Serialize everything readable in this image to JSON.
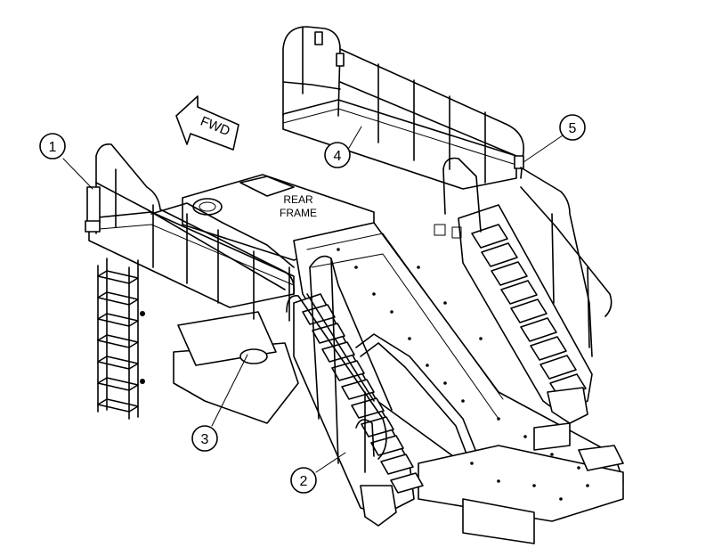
{
  "diagram": {
    "fwd_label": "FWD",
    "frame_label_line1": "REAR",
    "frame_label_line2": "FRAME",
    "callouts": [
      "1",
      "2",
      "3",
      "4",
      "5"
    ]
  }
}
